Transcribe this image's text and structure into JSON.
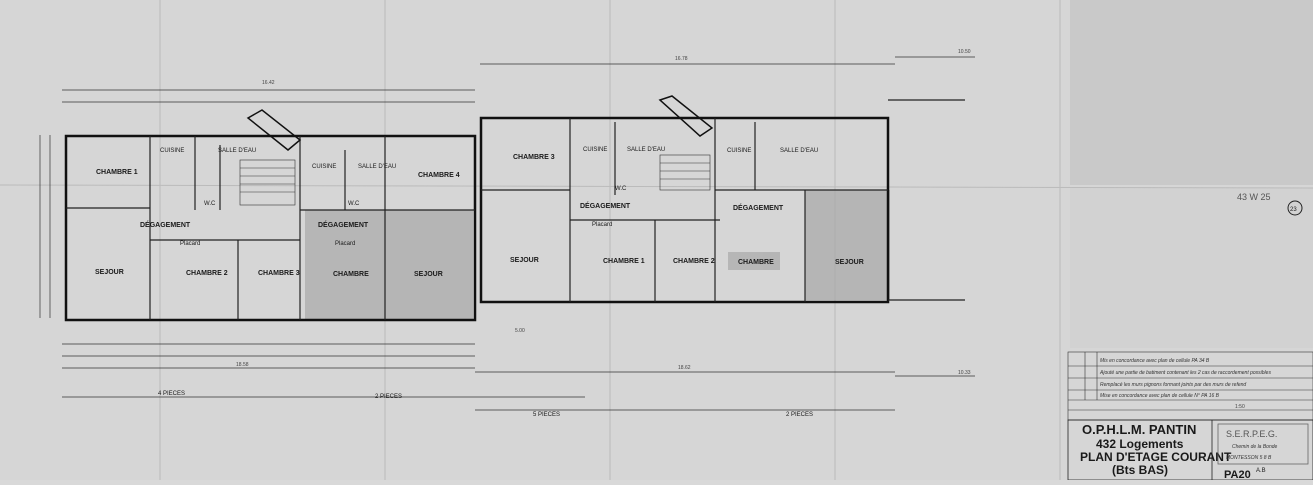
{
  "rooms": {
    "chambre1_left": "CHAMBRE 1",
    "cuisine_left": "CUISINE",
    "salle_deau_left": "SALLE D'EAU",
    "wc_left": "W.C",
    "degagement_left": "DÉGAGEMENT",
    "placard_left": "Placard",
    "sejour_left": "SEJOUR",
    "chambre2_left": "CHAMBRE 2",
    "chambre3_left": "CHAMBRE 3",
    "cuisine_mid": "CUISINE",
    "salle_deau_mid": "SALLE D'EAU",
    "wc_mid": "W.C",
    "chambre4_mid": "CHAMBRE 4",
    "degagement_mid": "DÉGAGEMENT",
    "placard_mid": "Placard",
    "chambre_mid": "CHAMBRE",
    "sejour_mid": "SEJOUR",
    "chambre3_right": "CHAMBRE 3",
    "cuisine_right": "CUISINE",
    "salle_deau_right": "SALLE D'EAU",
    "wc_right": "W.C",
    "degagement_right": "DÉGAGEMENT",
    "placard_right": "Placard",
    "sejour_right": "SEJOUR",
    "chambre1_right": "CHAMBRE 1",
    "chambre2_right": "CHAMBRE 2",
    "cuisine_far": "CUISINE",
    "salle_deau_far": "SALLE D'EAU",
    "degagement_far": "DÉGAGEMENT",
    "chambre_far": "CHAMBRE",
    "sejour_far": "SEJOUR"
  },
  "sections": {
    "s1": "4 PIECES",
    "s2": "2 PIECES",
    "s3": "5 PIECES",
    "s4": "2 PIECES"
  },
  "dims": {
    "overall_left": "18.58",
    "overall_right": "18.62",
    "top_overall": "16.42",
    "top_mid": "16.78",
    "top_far": "10.50",
    "right_end": "10.33",
    "bay": "5.00"
  },
  "revisions": {
    "r1": "Mis en concordance avec plan de cellule PA 34 B",
    "r2": "Ajouté une partie de batiment contenant les 2 cas de raccordement possibles",
    "r3": "Remplacé les murs pignons formant joints par des murs de refend",
    "r4": "Mise en concordance avec plan de cellule N° PA 16 B"
  },
  "title_block": {
    "client": "O.P.H.L.M. PANTIN",
    "program": "432 Logements",
    "plan": "PLAN D'ETAGE COURANT",
    "building": "(Bts BAS)",
    "drawing_no": "PA20",
    "drawing_suffix": "A.B",
    "scale": "1:50",
    "stamp_name": "S.E.R.P.E.G.",
    "stamp_addr": "Chemin de la Bonde",
    "stamp_city": "MONTESSON 5 8 B"
  },
  "annotations": {
    "sheet_number": "23",
    "handwritten_code": "43 W 25"
  }
}
